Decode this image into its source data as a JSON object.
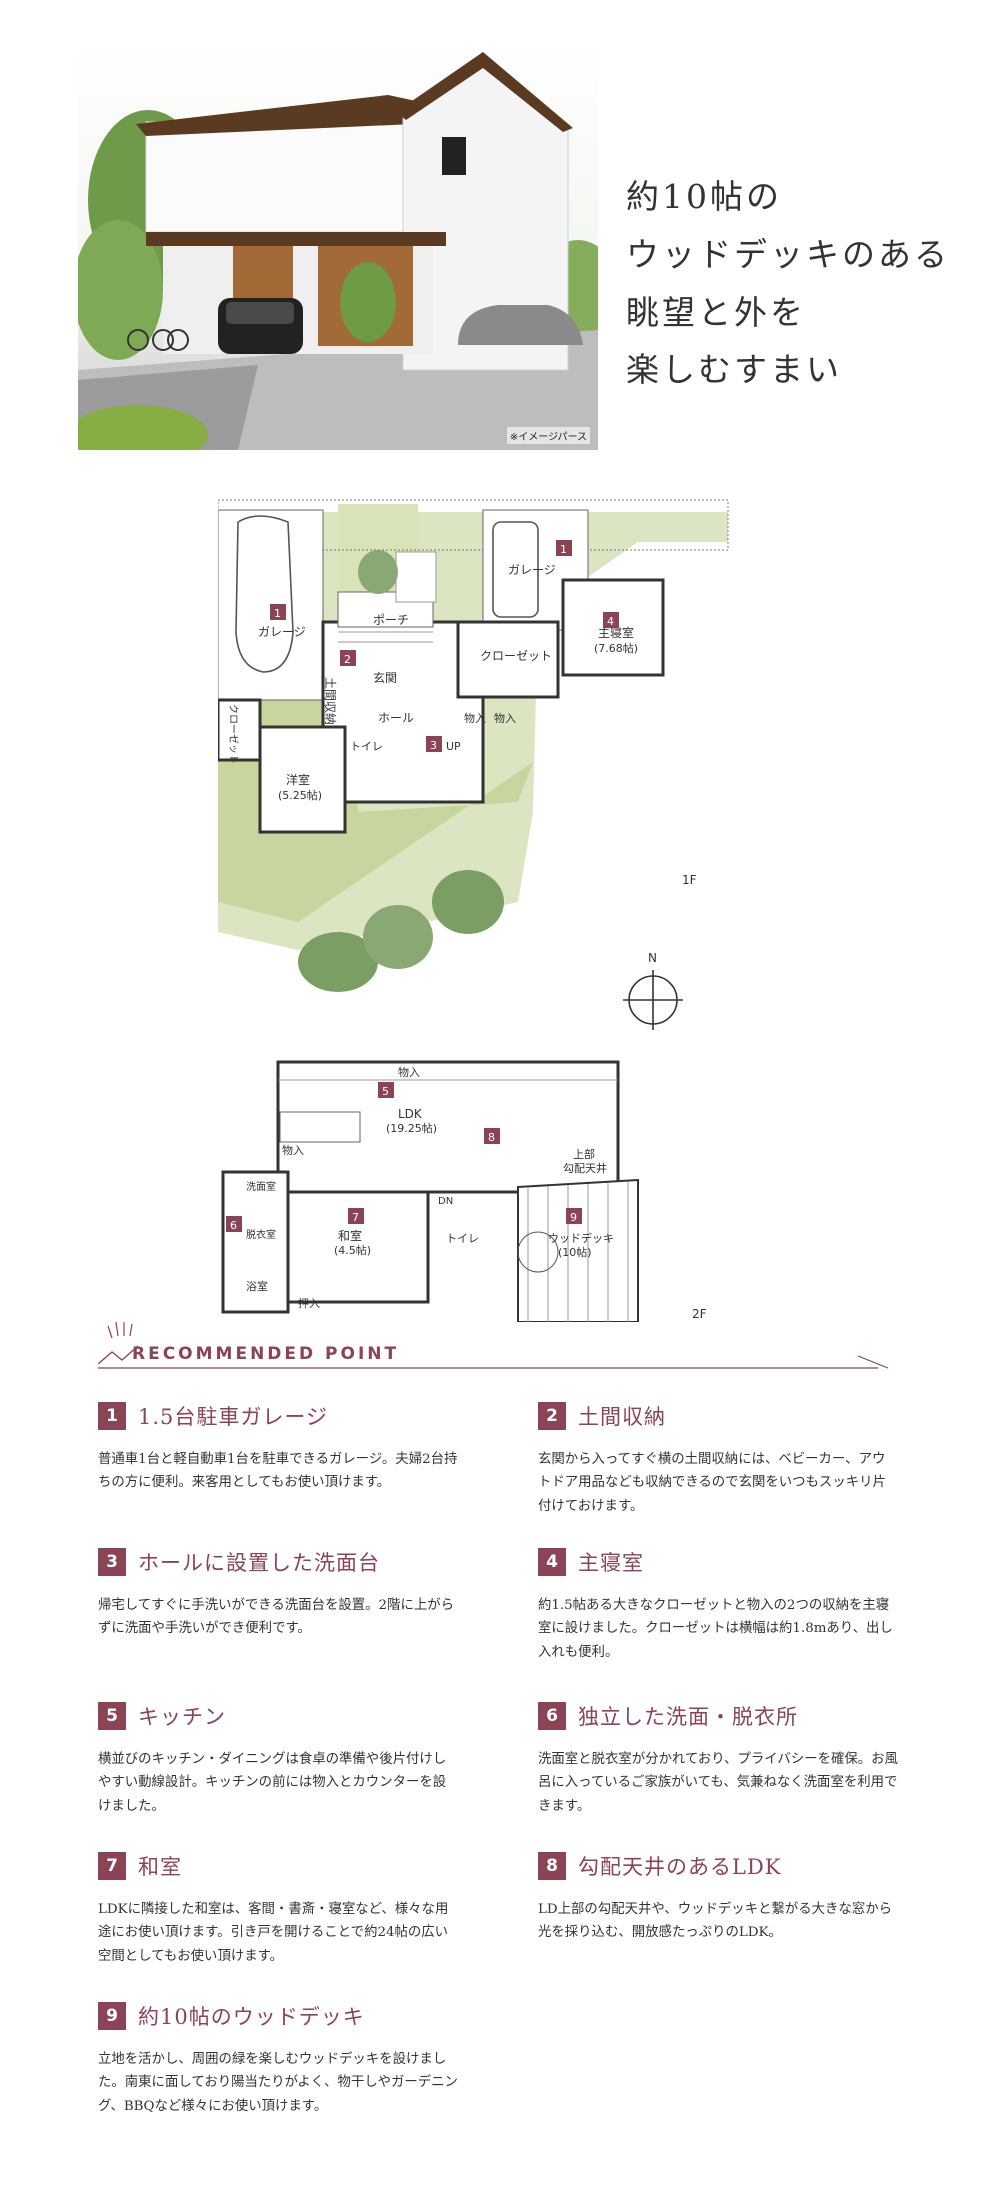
{
  "hero": {
    "caption": "※イメージパース"
  },
  "headline": {
    "lines": [
      "約10帖の",
      "ウッドデッキのある",
      "眺望と外を",
      "楽しむすまい"
    ]
  },
  "floorplan": {
    "first_floor": {
      "level_label": "1F",
      "compass": "N",
      "garage_left": "ガレージ",
      "garage_right": "ガレージ",
      "porch": "ポーチ",
      "storage_doma": "土間収納",
      "entrance": "玄関",
      "closet": "クローゼット",
      "master_bedroom": "主寝室",
      "master_bedroom_size": "(7.68帖)",
      "hall": "ホール",
      "storage_a": "物入",
      "storage_b": "物入",
      "closet_vertical": "クローゼット",
      "western_room": "洋室",
      "western_room_size": "(5.25帖)",
      "toilet": "トイレ",
      "up": "UP",
      "badges": [
        "1",
        "2",
        "4",
        "1",
        "3"
      ]
    },
    "second_floor": {
      "level_label": "2F",
      "storage_top": "物入",
      "ldk": "LDK",
      "ldk_size": "(19.25帖)",
      "storage_kitchen": "物入",
      "washroom": "洗面室",
      "dressing": "脱衣室",
      "bath": "浴室",
      "japanese_room": "和室",
      "japanese_room_size": "(4.5帖)",
      "storage_jp": "押入",
      "toilet": "トイレ",
      "dn": "DN",
      "ceiling": "上部",
      "ceiling2": "勾配天井",
      "deck": "ウッドデッキ",
      "deck_size": "(10帖)",
      "badges": [
        "5",
        "8",
        "6",
        "7",
        "9"
      ]
    }
  },
  "recommended": {
    "title": "RECOMMENDED POINT",
    "points": [
      {
        "num": "1",
        "title": "1.5台駐車ガレージ",
        "body": "普通車1台と軽自動車1台を駐車できるガレージ。夫婦2台持ちの方に便利。来客用としてもお使い頂けます。"
      },
      {
        "num": "2",
        "title": "土間収納",
        "body": "玄関から入ってすぐ横の土間収納には、ベビーカー、アウトドア用品なども収納できるので玄関をいつもスッキリ片付けておけます。"
      },
      {
        "num": "3",
        "title": "ホールに設置した洗面台",
        "body": "帰宅してすぐに手洗いができる洗面台を設置。2階に上がらずに洗面や手洗いができ便利です。"
      },
      {
        "num": "4",
        "title": "主寝室",
        "body": "約1.5帖ある大きなクローゼットと物入の2つの収納を主寝室に設けました。クローゼットは横幅は約1.8mあり、出し入れも便利。"
      },
      {
        "num": "5",
        "title": "キッチン",
        "body": "横並びのキッチン・ダイニングは食卓の準備や後片付けしやすい動線設計。キッチンの前には物入とカウンターを設けました。"
      },
      {
        "num": "6",
        "title": "独立した洗面・脱衣所",
        "body": "洗面室と脱衣室が分かれており、プライバシーを確保。お風呂に入っているご家族がいても、気兼ねなく洗面室を利用できます。"
      },
      {
        "num": "7",
        "title": "和室",
        "body": "LDKに隣接した和室は、客間・書斎・寝室など、様々な用途にお使い頂けます。引き戸を開けることで約24帖の広い空間としてもお使い頂けます。"
      },
      {
        "num": "8",
        "title": "勾配天井のあるLDK",
        "body": "LD上部の勾配天井や、ウッドデッキと繋がる大きな窓から光を採り込む、開放感たっぷりのLDK。"
      },
      {
        "num": "9",
        "title": "約10帖のウッドデッキ",
        "body": "立地を活かし、周囲の緑を楽しむウッドデッキを設けました。南東に面しており陽当たりがよく、物干しやガーデニング、BBQなど様々にお使い頂けます。"
      }
    ]
  }
}
